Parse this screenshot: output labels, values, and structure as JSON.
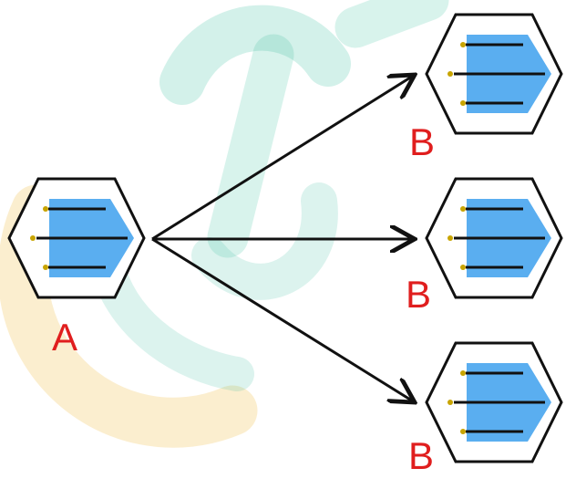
{
  "labels": {
    "source": "A",
    "target_top": "B",
    "target_middle": "B",
    "target_bottom": "B"
  },
  "colors": {
    "hexagon_stroke": "#111111",
    "inner_fill": "#5aaef0",
    "dot": "#c8a400",
    "line": "#111111",
    "arrow": "#111111",
    "label": "#e01e1e",
    "watermark_teal": "#3bbf9f",
    "watermark_yellow": "#f6d48a"
  }
}
